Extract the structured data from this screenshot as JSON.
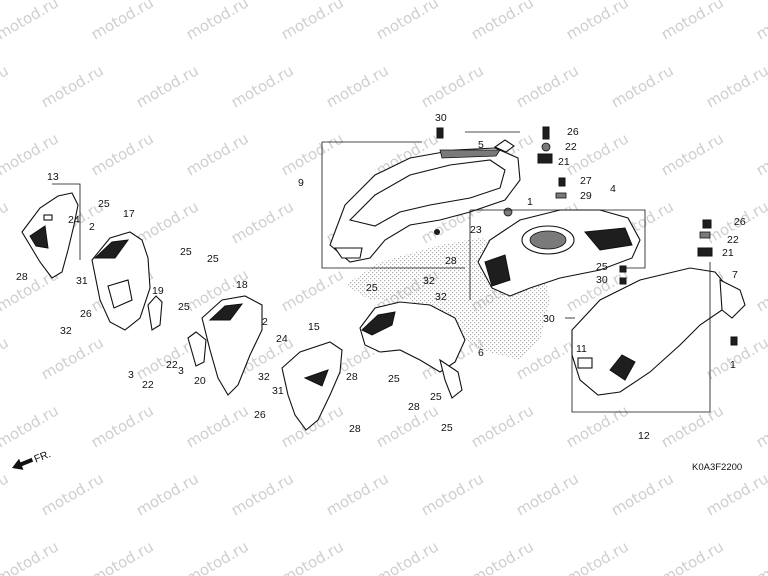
{
  "diagram": {
    "code": "K0A3F2200",
    "arrow_label": "FR.",
    "watermark_text": "motod.ru",
    "callouts": [
      "30",
      "5",
      "26",
      "22",
      "21",
      "9",
      "27",
      "29",
      "4",
      "1",
      "23",
      "26",
      "22",
      "21",
      "25",
      "30",
      "7",
      "13",
      "24",
      "25",
      "2",
      "17",
      "25",
      "31",
      "28",
      "25",
      "32",
      "32",
      "28",
      "25",
      "18",
      "19",
      "25",
      "26",
      "32",
      "2",
      "24",
      "15",
      "30",
      "11",
      "1",
      "6",
      "3",
      "22",
      "22",
      "3",
      "20",
      "31",
      "32",
      "28",
      "25",
      "28",
      "25",
      "26",
      "25",
      "28",
      "12"
    ],
    "colors": {
      "line": "#111111",
      "watermark": "#cfcfcf",
      "background": "#ffffff",
      "stipple": "#9a9a9a"
    }
  }
}
